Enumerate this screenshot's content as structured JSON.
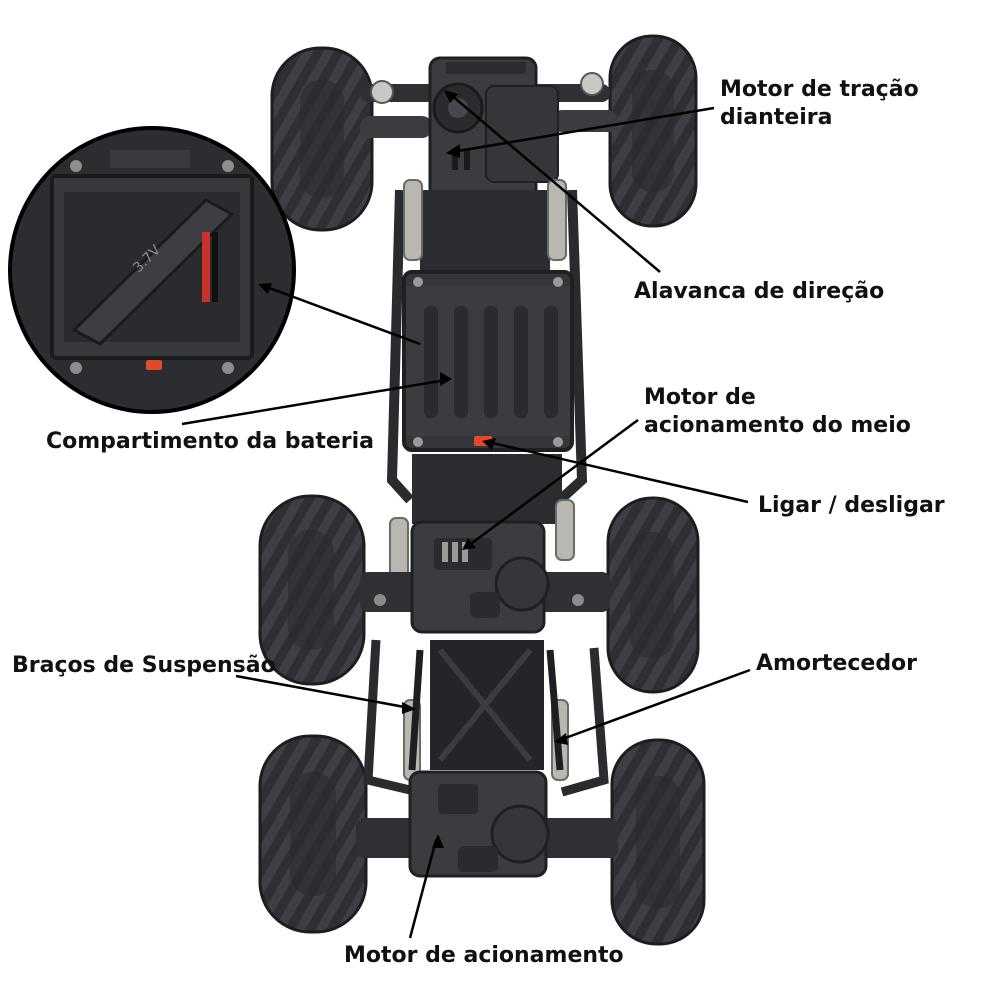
{
  "labels": {
    "front_motor_line1": "Motor de tração",
    "front_motor_line2": "dianteira",
    "steering_lever": "Alavanca de direção",
    "battery_compartment": "Compartimento da bateria",
    "mid_motor_line1": "Motor de",
    "mid_motor_line2": "acionamento do meio",
    "power_switch": "Ligar / desligar",
    "suspension_arms": "Braços de Suspensão",
    "shock_absorber": "Amortecedor",
    "drive_motor": "Motor de acionamento"
  },
  "battery_marking": "3.7V",
  "colors": {
    "background": "#ffffff",
    "chassis": "#3a3c40",
    "chassis_dark": "#232427",
    "tire": "#2e2f33",
    "spring": "#b8b8b0",
    "switch": "#e04a2a",
    "leader_line": "#000000",
    "text": "#111111"
  }
}
